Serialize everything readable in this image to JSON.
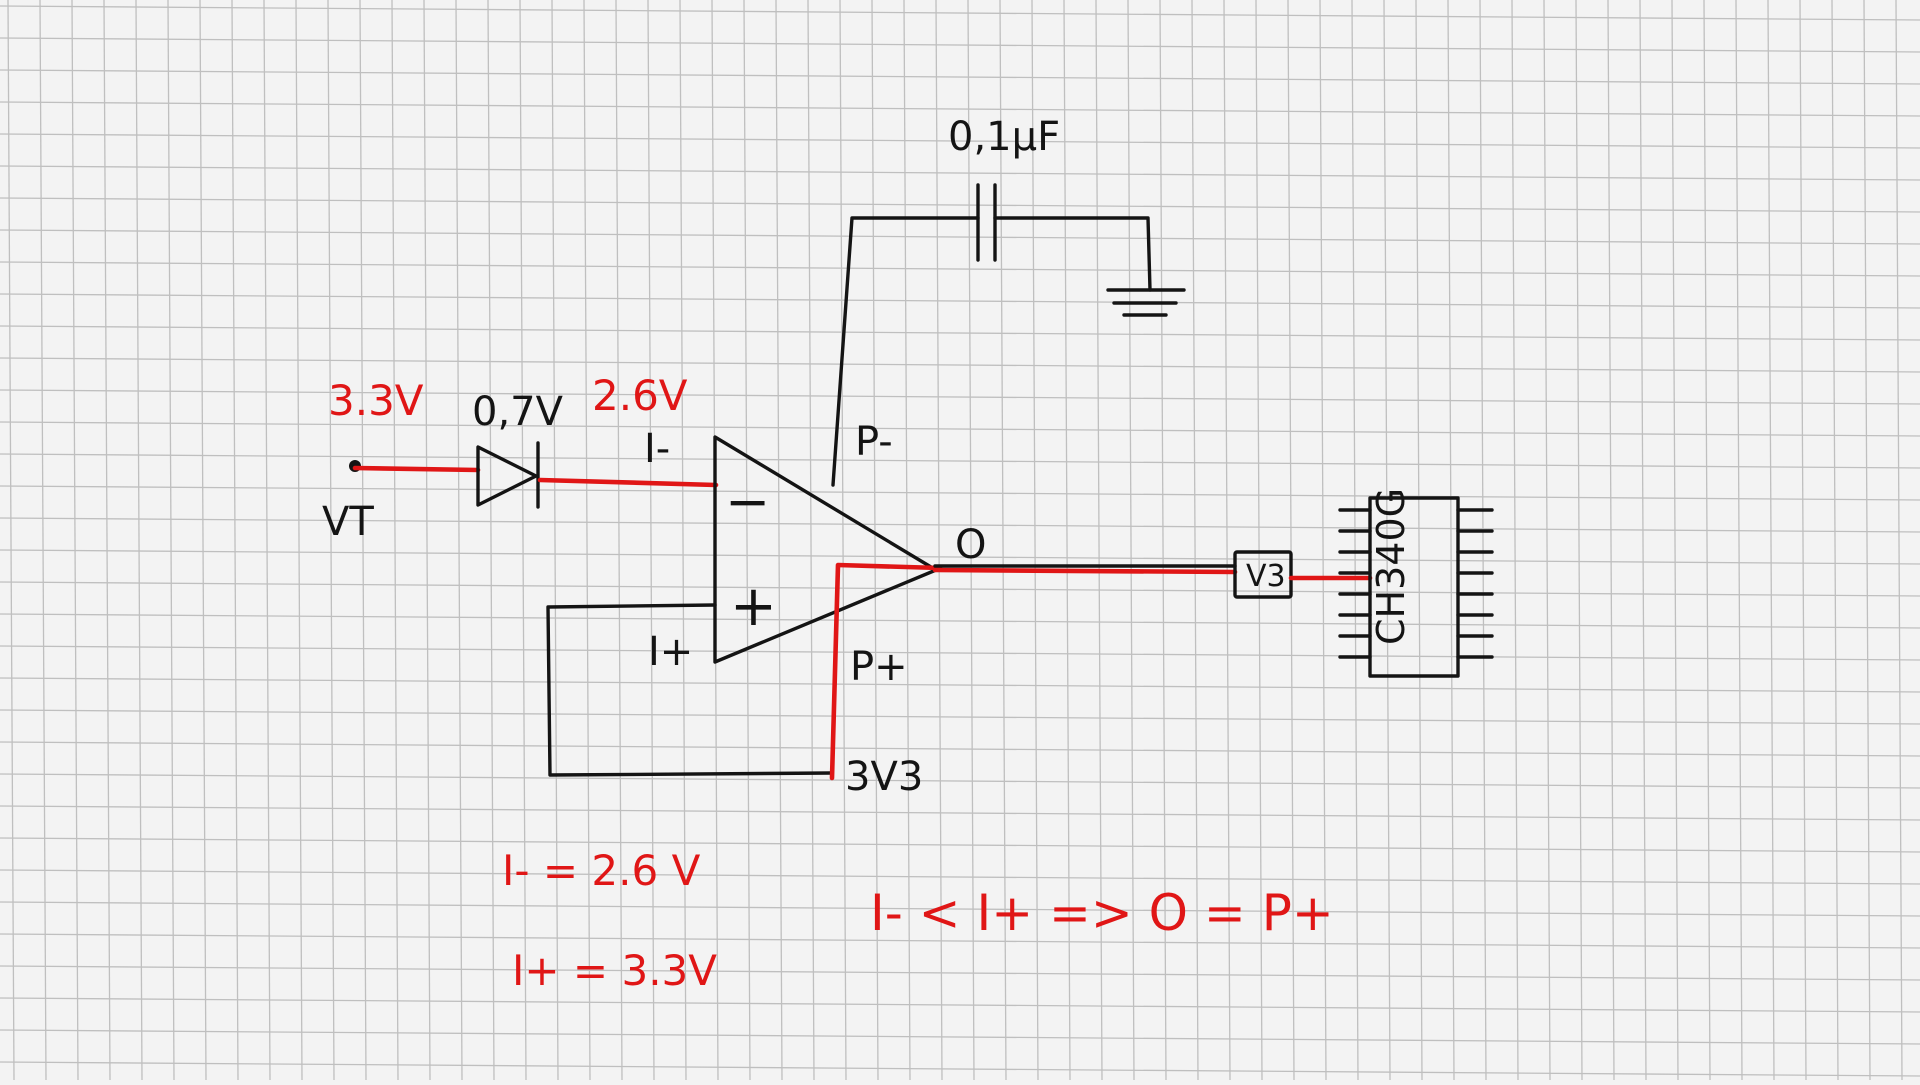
{
  "labels": {
    "capacitor_value": "0,1µF",
    "input_voltage": "3.3V",
    "diode_drop": "0,7V",
    "after_diode": "2.6V",
    "input_node": "VT",
    "inverting_input": "I-",
    "noninverting_input": "I+",
    "supply_minus": "P-",
    "supply_plus": "P+",
    "output": "O",
    "supply_rail": "3V3",
    "minus_sign": "−",
    "plus_sign": "+",
    "v3_box": "V3",
    "chip_name": "CH340G"
  },
  "equations": {
    "i_minus": "I- = 2.6 V",
    "i_plus": "I+ = 3.3V",
    "conclusion": "I- < I+   => O = P+"
  },
  "colors": {
    "ink": "#141414",
    "highlight": "#e01616",
    "paper": "#f3f3f3",
    "grid": "#bfbfbf"
  }
}
